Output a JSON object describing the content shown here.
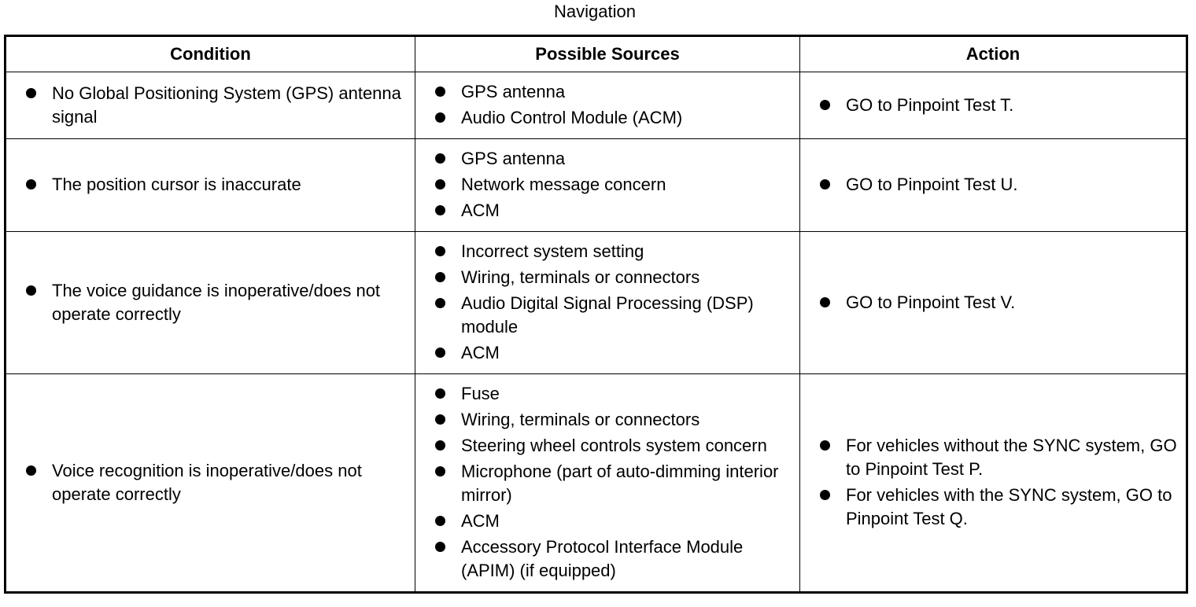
{
  "title": "Navigation",
  "table": {
    "headers": [
      "Condition",
      "Possible Sources",
      "Action"
    ],
    "rows": [
      {
        "condition": [
          "No Global Positioning System (GPS) antenna signal"
        ],
        "sources": [
          "GPS antenna",
          "Audio Control Module (ACM)"
        ],
        "actions": [
          "GO to Pinpoint Test T."
        ]
      },
      {
        "condition": [
          "The position cursor is inaccurate"
        ],
        "sources": [
          "GPS antenna",
          "Network message concern",
          "ACM"
        ],
        "actions": [
          "GO to Pinpoint Test U."
        ]
      },
      {
        "condition": [
          "The voice guidance is inoperative/does not operate correctly"
        ],
        "sources": [
          "Incorrect system setting",
          "Wiring, terminals or connectors",
          "Audio Digital Signal Processing (DSP) module",
          "ACM"
        ],
        "actions": [
          "GO to Pinpoint Test V."
        ]
      },
      {
        "condition": [
          "Voice recognition is inoperative/does not operate correctly"
        ],
        "sources": [
          "Fuse",
          "Wiring, terminals or connectors",
          "Steering wheel controls system concern",
          "Microphone (part of auto-dimming interior mirror)",
          "ACM",
          "Accessory Protocol Interface Module (APIM) (if equipped)"
        ],
        "actions": [
          "For vehicles without the SYNC system, GO to Pinpoint Test P.",
          "For vehicles with the SYNC system, GO to Pinpoint Test Q."
        ]
      }
    ]
  }
}
